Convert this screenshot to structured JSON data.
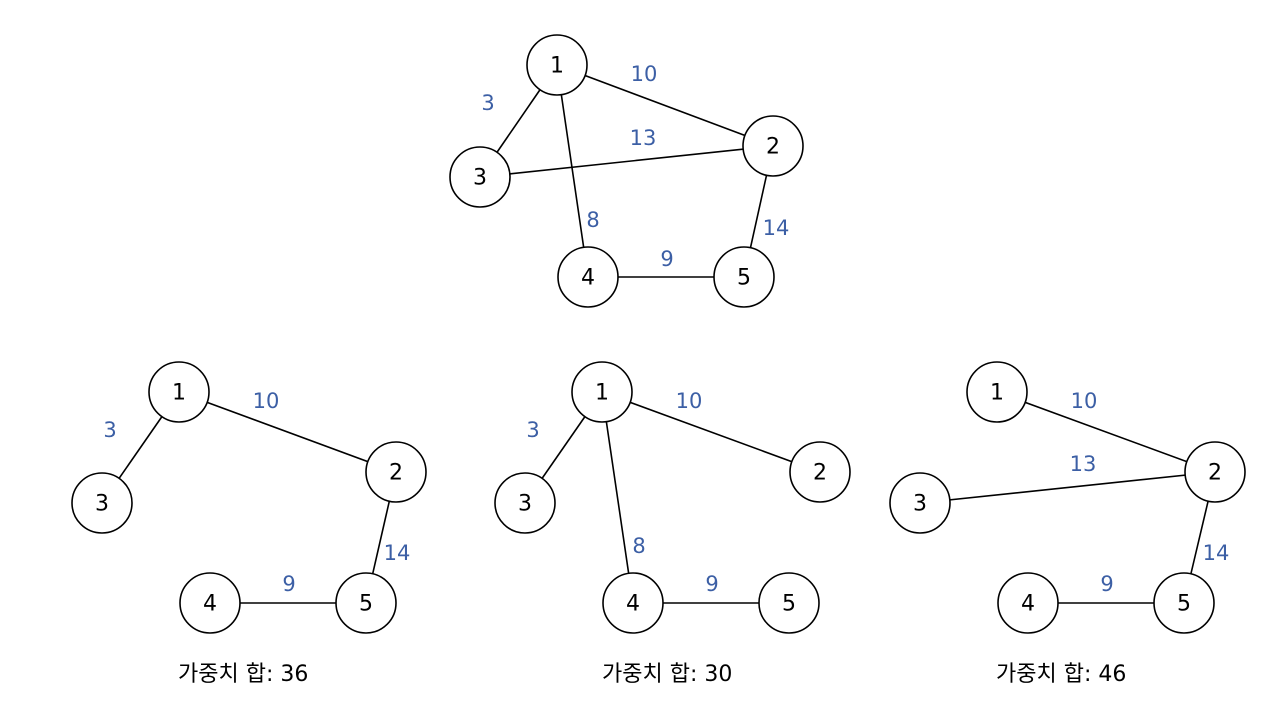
{
  "colors": {
    "weight": "#3c5fa5",
    "stroke": "#000000",
    "node_fill": "#ffffff"
  },
  "graphs": [
    {
      "id": "original",
      "nodes": [
        "1",
        "2",
        "3",
        "4",
        "5"
      ],
      "edges": [
        {
          "from": "1",
          "to": "2",
          "weight": "10"
        },
        {
          "from": "1",
          "to": "3",
          "weight": "3"
        },
        {
          "from": "1",
          "to": "4",
          "weight": "8"
        },
        {
          "from": "3",
          "to": "2",
          "weight": "13"
        },
        {
          "from": "2",
          "to": "5",
          "weight": "14"
        },
        {
          "from": "4",
          "to": "5",
          "weight": "9"
        }
      ]
    },
    {
      "id": "tree-a",
      "nodes": [
        "1",
        "2",
        "3",
        "4",
        "5"
      ],
      "edges": [
        {
          "from": "1",
          "to": "3",
          "weight": "3"
        },
        {
          "from": "1",
          "to": "2",
          "weight": "10"
        },
        {
          "from": "2",
          "to": "5",
          "weight": "14"
        },
        {
          "from": "4",
          "to": "5",
          "weight": "9"
        }
      ],
      "caption": "가중치 합: 36"
    },
    {
      "id": "tree-b",
      "nodes": [
        "1",
        "2",
        "3",
        "4",
        "5"
      ],
      "edges": [
        {
          "from": "1",
          "to": "3",
          "weight": "3"
        },
        {
          "from": "1",
          "to": "2",
          "weight": "10"
        },
        {
          "from": "1",
          "to": "4",
          "weight": "8"
        },
        {
          "from": "4",
          "to": "5",
          "weight": "9"
        }
      ],
      "caption": "가중치 합: 30"
    },
    {
      "id": "tree-c",
      "nodes": [
        "1",
        "2",
        "3",
        "4",
        "5"
      ],
      "edges": [
        {
          "from": "1",
          "to": "2",
          "weight": "10"
        },
        {
          "from": "3",
          "to": "2",
          "weight": "13"
        },
        {
          "from": "2",
          "to": "5",
          "weight": "14"
        },
        {
          "from": "4",
          "to": "5",
          "weight": "9"
        }
      ],
      "caption": "가중치 합: 46"
    }
  ]
}
